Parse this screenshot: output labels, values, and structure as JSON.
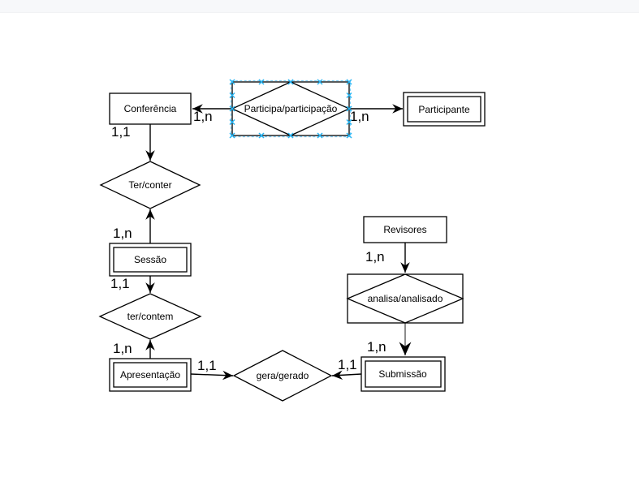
{
  "diagram": {
    "entities": {
      "conferencia": {
        "label": "Conferência"
      },
      "participante": {
        "label": "Participante"
      },
      "sessao": {
        "label": "Sessão"
      },
      "apresentacao": {
        "label": "Apresentação"
      },
      "submissao": {
        "label": "Submissão"
      },
      "revisores": {
        "label": "Revisores"
      }
    },
    "relationships": {
      "participa": {
        "label": "Participa/participação"
      },
      "ter_conter": {
        "label": "Ter/conter"
      },
      "ter_contem": {
        "label": "ter/contem"
      },
      "gera_gerado": {
        "label": "gera/gerado"
      },
      "analisa": {
        "label": "analisa/analisado"
      }
    },
    "cardinalities": {
      "participa_conferencia": "1,n",
      "participa_participante": "1,n",
      "conferencia_ter": "1,1",
      "sessao_ter": "1,n",
      "sessao_contem": "1,1",
      "apresentacao_contem": "1,n",
      "apresentacao_gera": "1,1",
      "submissao_gera": "1,1",
      "revisores_analisa": "1,n",
      "analisa_submissao": "1,n"
    },
    "colors": {
      "shape_fill": "#ffffff",
      "shape_stroke": "#000000",
      "selection_outline": "#7fccf2",
      "selection_handle": "#29b5f2",
      "gray_edge": "#7f7f7f",
      "topbar": "#f7f8fa"
    }
  }
}
